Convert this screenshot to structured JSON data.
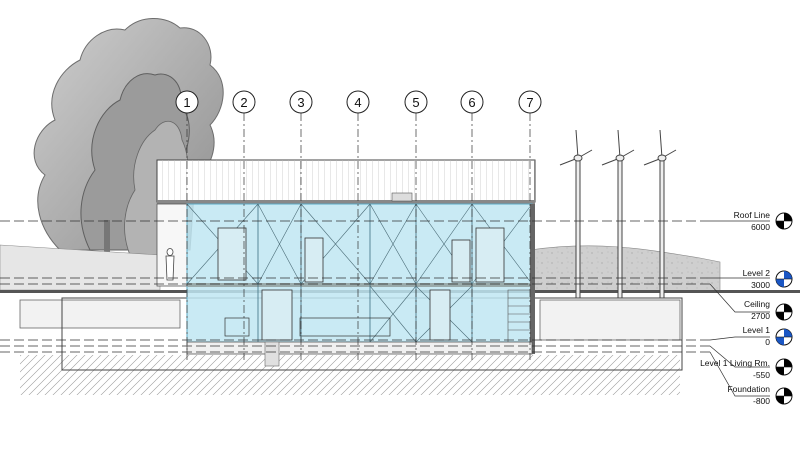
{
  "grids": [
    "1",
    "2",
    "3",
    "4",
    "5",
    "6",
    "7"
  ],
  "levels": [
    {
      "name": "Roof Line",
      "elevation": "6000",
      "marker_color": "#000000"
    },
    {
      "name": "Level 2",
      "elevation": "3000",
      "marker_color": "#1a56c4"
    },
    {
      "name": "Ceiling",
      "elevation": "2700",
      "marker_color": "#000000"
    },
    {
      "name": "Level 1",
      "elevation": "0",
      "marker_color": "#1a56c4"
    },
    {
      "name": "Level 1 Living Rm.",
      "elevation": "-550",
      "marker_color": "#000000"
    },
    {
      "name": "Foundation",
      "elevation": "-800",
      "marker_color": "#000000"
    }
  ],
  "colors": {
    "glazing": "#bfe6f2",
    "glazing_edge": "#5aa9c4",
    "tree": "#a8a8a8",
    "ground": "#d8d8d8"
  }
}
